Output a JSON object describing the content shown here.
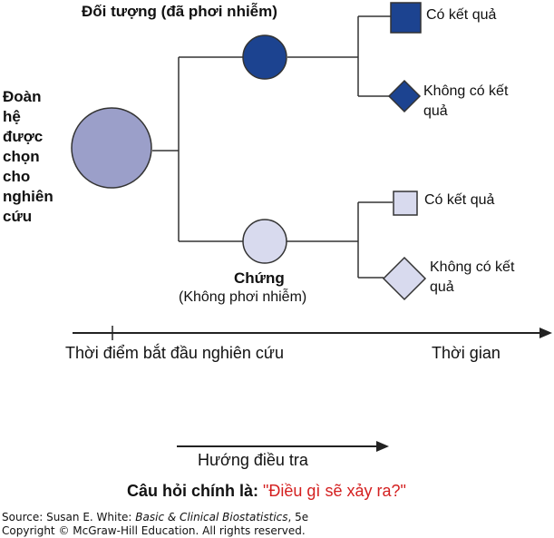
{
  "labels": {
    "cohort_lines": [
      "Đoàn",
      "hệ",
      "được",
      "chọn",
      "cho",
      "nghiên",
      "cứu"
    ],
    "exposed": "Đối tượng (đã phơi nhiễm)",
    "control_title": "Chứng",
    "control_subtitle": "(Không phơi nhiễm)",
    "exposed_outcome_yes": "Có kết quả",
    "exposed_outcome_no_line1": "Không có kết",
    "exposed_outcome_no_line2": "quả",
    "control_outcome_yes": "Có kết quả",
    "control_outcome_no_line1": "Không có kết",
    "control_outcome_no_line2": "quả"
  },
  "timeline": {
    "start_label": "Thời điểm bắt đầu nghiên cứu",
    "end_label": "Thời gian"
  },
  "direction": {
    "label": "Hướng điều tra"
  },
  "question": {
    "prefix": "Câu hỏi chính là: ",
    "text": "\"Điều gì sẽ xảy ra?\""
  },
  "source": {
    "prefix": "Source: Susan E. White: ",
    "book": "Basic & Clinical Biostatistics",
    "edition": ", 5e",
    "copyright": "Copyright © McGraw-Hill Education. All rights reserved."
  },
  "colors": {
    "cohort_fill": "#9b9fc9",
    "exposed_fill": "#1c4390",
    "control_fill": "#d8daee",
    "line": "#333333",
    "question_text": "#d42020"
  }
}
